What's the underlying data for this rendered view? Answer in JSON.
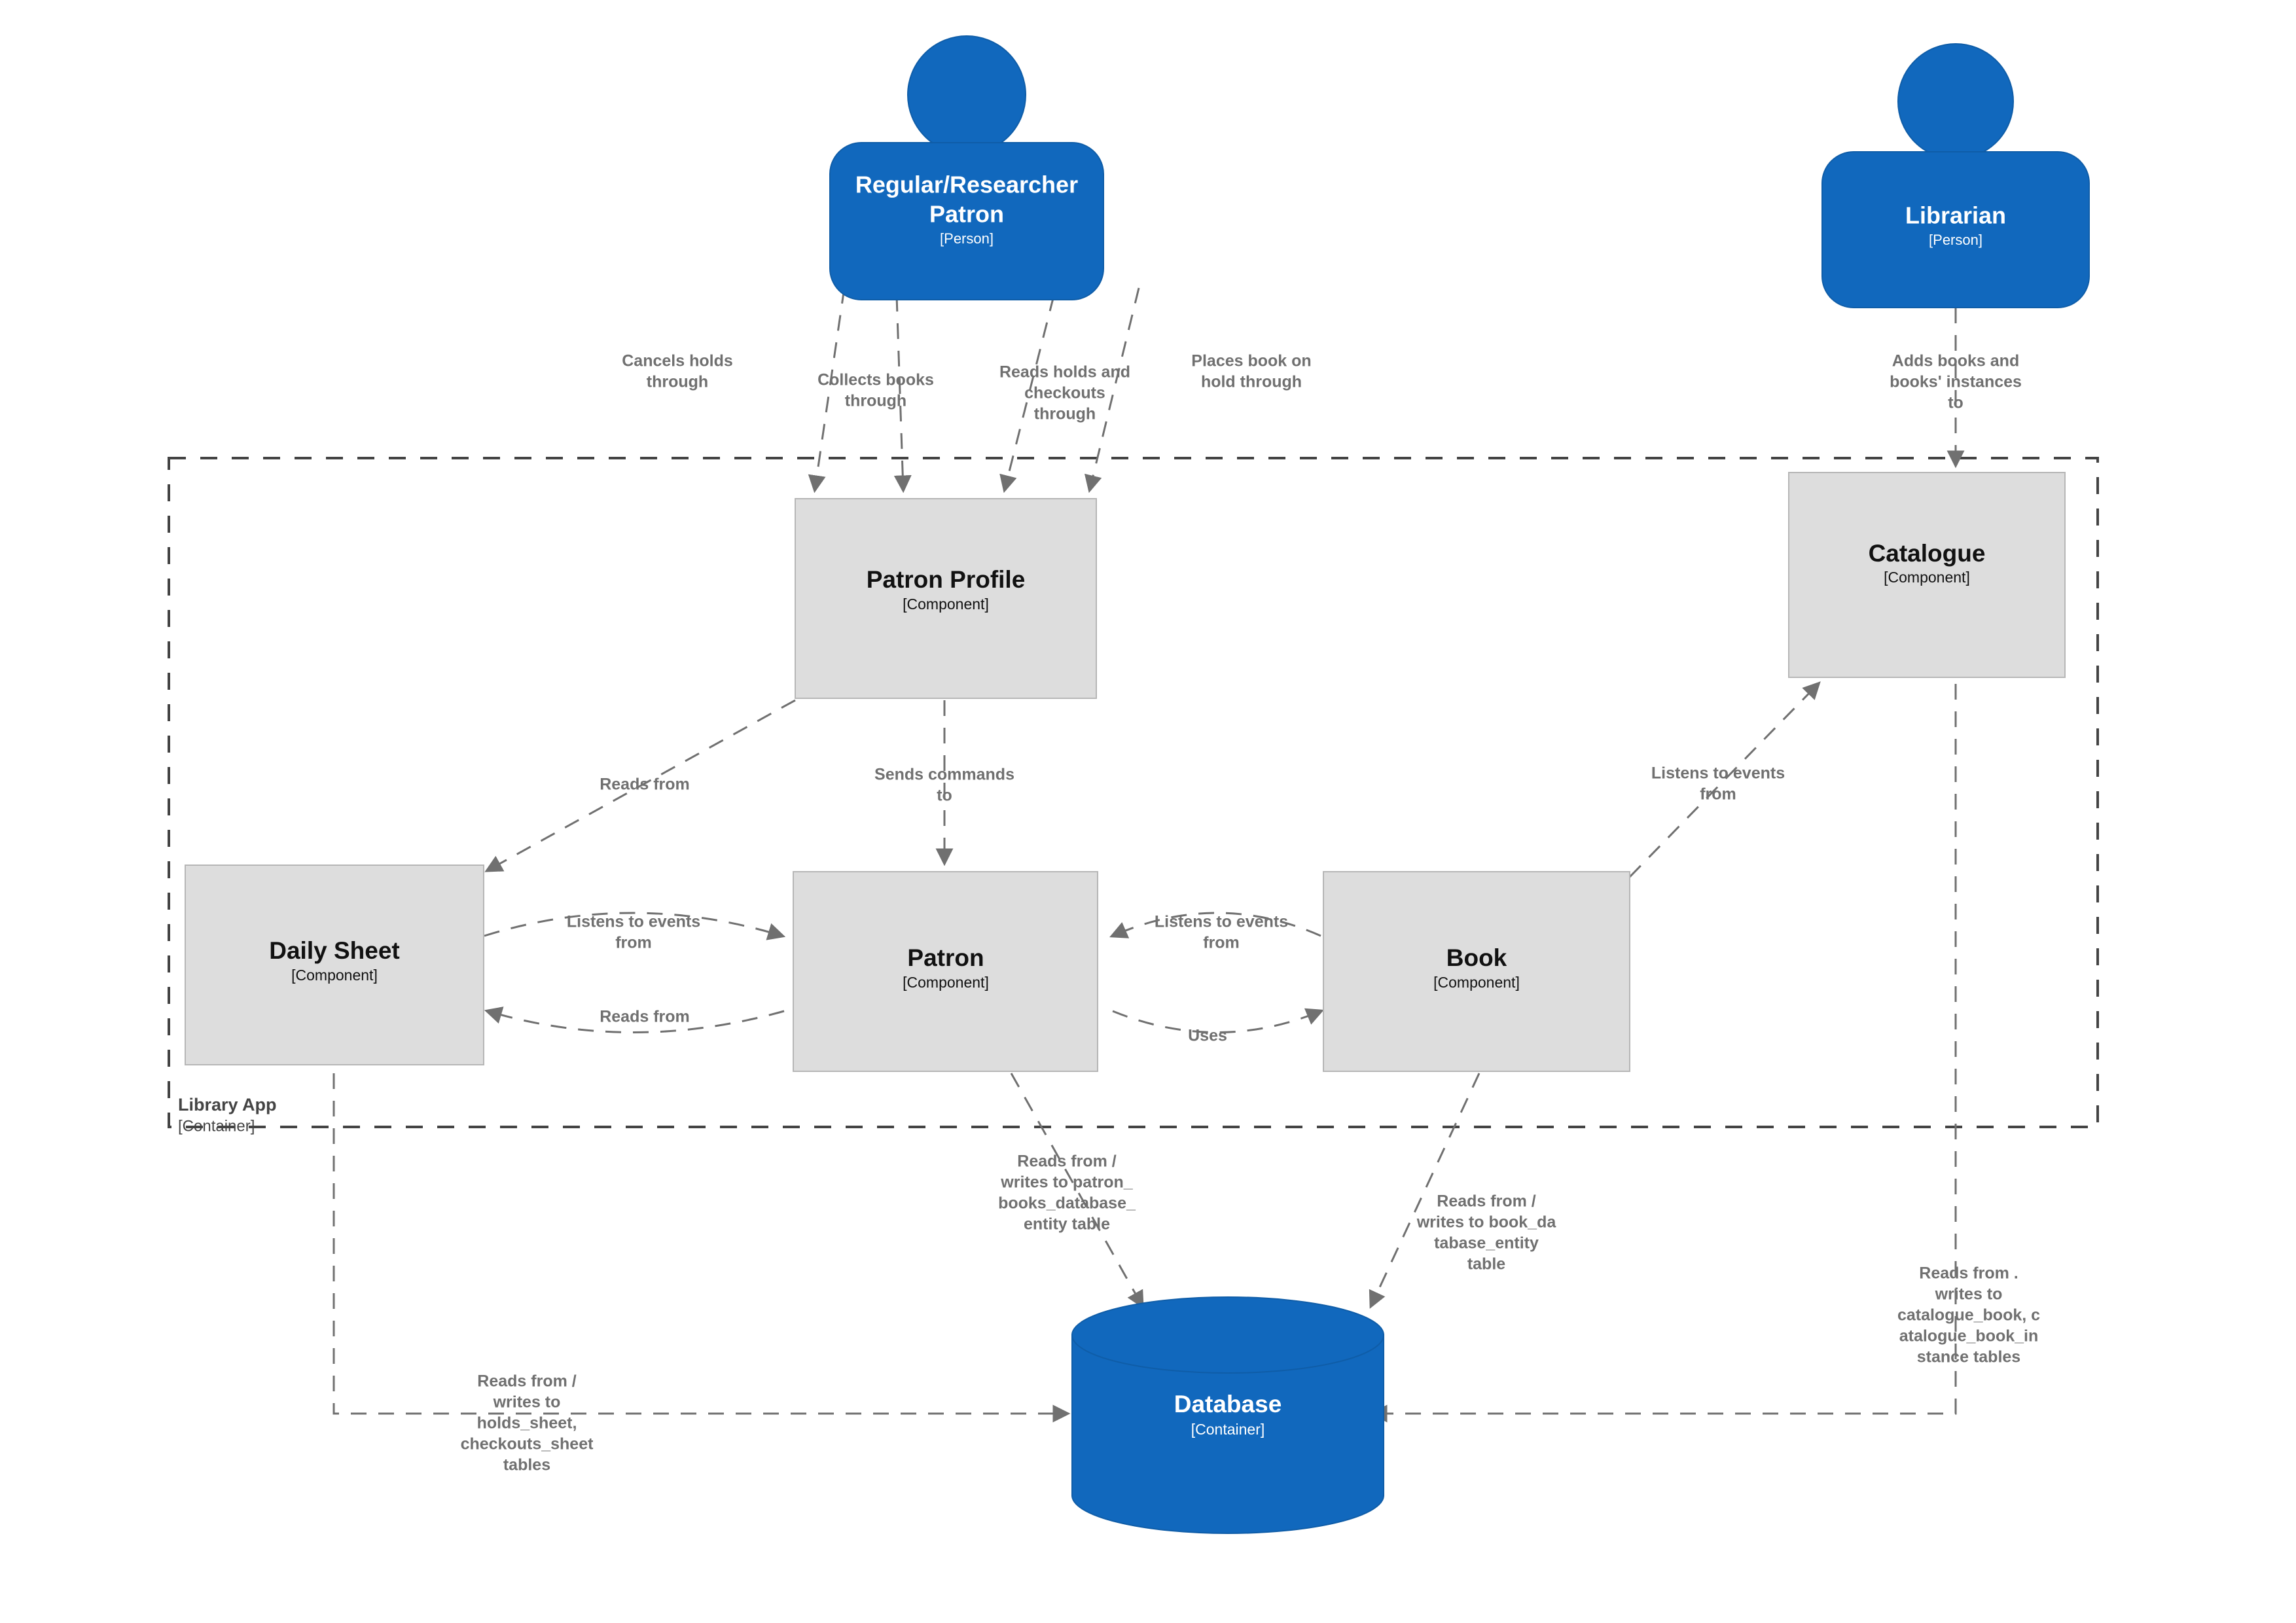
{
  "diagram": {
    "kind": "c4-component-diagram",
    "colors": {
      "person_fill": "#1168bd",
      "component_fill": "#dddddd",
      "component_stroke": "#b6b6b6",
      "database_fill": "#1168bd",
      "relationship_line": "#707070",
      "boundary_line": "#444444",
      "person_text": "#ffffff",
      "component_text": "#111111"
    }
  },
  "people": [
    {
      "id": "regular-researcher-patron",
      "name": "Regular/Researcher\nPatron",
      "name_line1": "Regular/Researcher",
      "name_line2": "Patron",
      "type": "[Person]"
    },
    {
      "id": "librarian",
      "name": "Librarian",
      "type": "[Person]"
    }
  ],
  "boundary": {
    "id": "library-app",
    "name": "Library App",
    "type": "[Container]"
  },
  "components": [
    {
      "id": "patron-profile",
      "name": "Patron Profile",
      "type": "[Component]"
    },
    {
      "id": "catalogue",
      "name": "Catalogue",
      "type": "[Component]"
    },
    {
      "id": "daily-sheet",
      "name": "Daily Sheet",
      "type": "[Component]"
    },
    {
      "id": "patron",
      "name": "Patron",
      "type": "[Component]"
    },
    {
      "id": "book",
      "name": "Book",
      "type": "[Component]"
    }
  ],
  "database": {
    "id": "database",
    "name": "Database",
    "type": "[Container]"
  },
  "relationships": [
    {
      "id": "patron-cancels-holds",
      "from": "regular-researcher-patron",
      "to": "patron-profile",
      "lines": [
        "Cancels holds",
        "through"
      ]
    },
    {
      "id": "patron-collects-books",
      "from": "regular-researcher-patron",
      "to": "patron-profile",
      "lines": [
        "Collects books",
        "through"
      ]
    },
    {
      "id": "patron-reads-holds-checkouts",
      "from": "regular-researcher-patron",
      "to": "patron-profile",
      "lines": [
        "Reads holds and",
        "checkouts",
        "through"
      ]
    },
    {
      "id": "patron-places-hold",
      "from": "regular-researcher-patron",
      "to": "patron-profile",
      "lines": [
        "Places book on",
        "hold through"
      ]
    },
    {
      "id": "librarian-adds-books",
      "from": "librarian",
      "to": "catalogue",
      "lines": [
        "Adds books and",
        "books' instances",
        "to"
      ]
    },
    {
      "id": "profile-reads-daily-sheet",
      "from": "patron-profile",
      "to": "daily-sheet",
      "lines": [
        "Reads from"
      ]
    },
    {
      "id": "profile-sends-commands-patron",
      "from": "patron-profile",
      "to": "patron",
      "lines": [
        "Sends commands",
        "to"
      ]
    },
    {
      "id": "patron-listens-daily-sheet",
      "from": "daily-sheet",
      "to": "patron",
      "lines": [
        "Listens to events",
        "from"
      ]
    },
    {
      "id": "daily-sheet-reads-patron",
      "from": "patron",
      "to": "daily-sheet",
      "lines": [
        "Reads from"
      ]
    },
    {
      "id": "patron-listens-book",
      "from": "book",
      "to": "patron",
      "lines": [
        "Listens to events",
        "from"
      ]
    },
    {
      "id": "patron-uses-book",
      "from": "patron",
      "to": "book",
      "lines": [
        "Uses"
      ]
    },
    {
      "id": "catalogue-listens-book",
      "from": "book",
      "to": "catalogue",
      "lines": [
        "Listens to events",
        "from"
      ]
    },
    {
      "id": "patron-db",
      "from": "patron",
      "to": "database",
      "lines": [
        "Reads from /",
        "writes to patron_",
        "books_database_",
        "entity table"
      ]
    },
    {
      "id": "book-db",
      "from": "book",
      "to": "database",
      "lines": [
        "Reads from /",
        "writes to book_da",
        "tabase_entity",
        "table"
      ]
    },
    {
      "id": "daily-sheet-db",
      "from": "daily-sheet",
      "to": "database",
      "lines": [
        "Reads from /",
        "writes to",
        "holds_sheet,",
        "checkouts_sheet",
        "tables"
      ]
    },
    {
      "id": "catalogue-db",
      "from": "catalogue",
      "to": "database",
      "lines": [
        "Reads from .",
        "writes to",
        "catalogue_book, c",
        "atalogue_book_in",
        "stance tables"
      ]
    }
  ]
}
